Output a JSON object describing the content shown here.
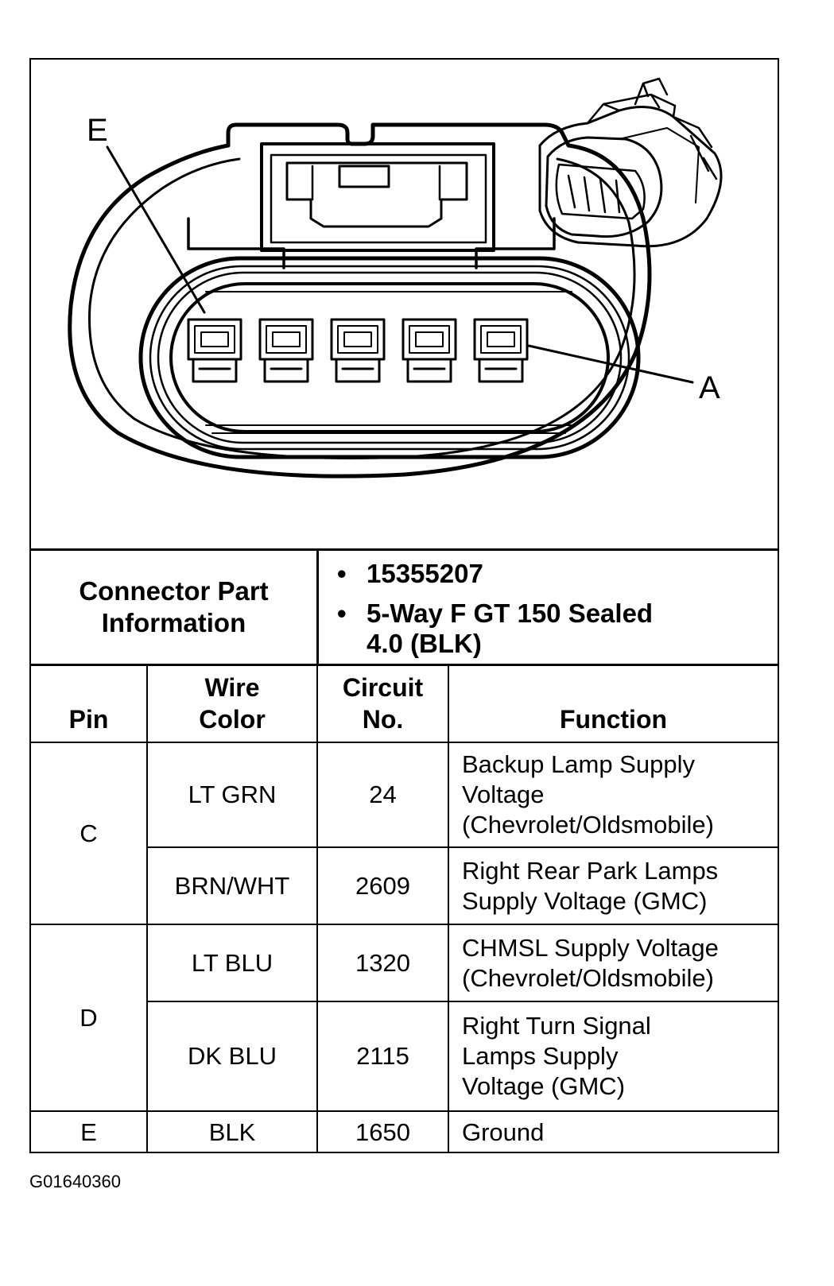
{
  "diagram": {
    "callout_e": "E",
    "callout_a": "A",
    "cavity_count": 5
  },
  "connector_part_info": {
    "label_line1": "Connector Part",
    "label_line2": "Information",
    "part_number": "15355207",
    "description_line1": "5-Way F GT 150 Sealed",
    "description_line2": "4.0 (BLK)",
    "bullet": "•"
  },
  "table": {
    "headers": {
      "pin": "Pin",
      "wire_color_line1": "Wire",
      "wire_color_line2": "Color",
      "circuit_line1": "Circuit",
      "circuit_line2": "No.",
      "function": "Function"
    },
    "groups": [
      {
        "pin": "C",
        "rows": [
          {
            "wire_color": "LT GRN",
            "circuit": "24",
            "function": "Backup Lamp Supply\nVoltage\n(Chevrolet/Oldsmobile)"
          },
          {
            "wire_color": "BRN/WHT",
            "circuit": "2609",
            "function": "Right Rear Park Lamps\nSupply Voltage (GMC)"
          }
        ]
      },
      {
        "pin": "D",
        "rows": [
          {
            "wire_color": "LT BLU",
            "circuit": "1320",
            "function": "CHMSL Supply Voltage\n(Chevrolet/Oldsmobile)"
          },
          {
            "wire_color": "DK BLU",
            "circuit": "2115",
            "function": "Right Turn Signal\nLamps Supply\nVoltage (GMC)"
          }
        ]
      },
      {
        "pin": "E",
        "rows": [
          {
            "wire_color": "BLK",
            "circuit": "1650",
            "function": "Ground"
          }
        ]
      }
    ]
  },
  "figure_id": "G01640360"
}
